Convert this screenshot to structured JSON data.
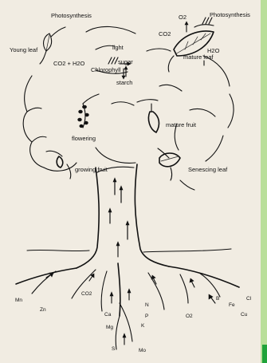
{
  "labels": {
    "photosynthesis_left": "Photosynthesis",
    "photosynthesis_right": "Photosynthesis",
    "young_leaf": "Young leaf",
    "mature_leaf": "mature leaf",
    "reactants": "CO2 + H2O",
    "chlorophyll": "Chlorophyll",
    "light": "light",
    "sugar": "sugar",
    "starch": "starch",
    "o2_top": "O2",
    "co2_top": "CO2",
    "h2o_right": "H2O",
    "flowering": "flowering",
    "mature_fruit": "mature fruit",
    "growing_fruit": "growing fruit",
    "senescing_leaf": "Senescing leaf"
  },
  "nutrients": {
    "mn": "Mn",
    "zn": "Zn",
    "co2": "CO2",
    "ca": "Ca",
    "mg": "Mg",
    "s": "S",
    "n": "N",
    "p": "P",
    "k": "K",
    "mo": "Mo",
    "o2": "O2",
    "b": "B",
    "fe": "Fe",
    "cl": "Cl",
    "cu": "Cu"
  },
  "colors": {
    "paper": "#f1ece2",
    "ink": "#111111",
    "border_green": "#b9df9a",
    "accent_green": "#1fa33a"
  }
}
